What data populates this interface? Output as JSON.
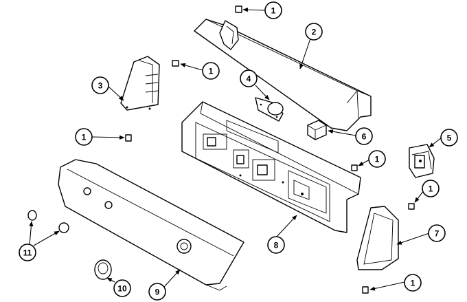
{
  "callouts": [
    {
      "label": "1"
    },
    {
      "label": "2"
    },
    {
      "label": "1"
    },
    {
      "label": "3"
    },
    {
      "label": "4"
    },
    {
      "label": "1"
    },
    {
      "label": "6"
    },
    {
      "label": "5"
    },
    {
      "label": "1"
    },
    {
      "label": "1"
    },
    {
      "label": "7"
    },
    {
      "label": "8"
    },
    {
      "label": "11"
    },
    {
      "label": "10"
    },
    {
      "label": "9"
    },
    {
      "label": "1"
    }
  ]
}
